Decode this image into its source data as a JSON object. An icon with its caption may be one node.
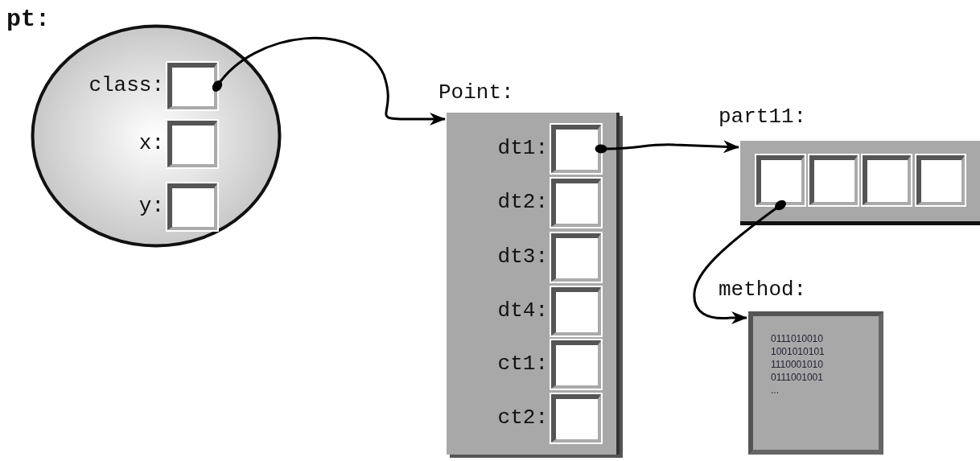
{
  "diagram": {
    "nodes": [
      {
        "text": [
          "pt:"
        ]
      },
      {
        "text": [],
        "shape": "box",
        "in": 0,
        "beside": [
          "class:"
        ]
      },
      {
        "text": [],
        "shape": "box",
        "in": 0,
        "beside": [
          "x:"
        ]
      },
      {
        "text": [],
        "shape": "box",
        "in": 0,
        "beside": [
          "y:"
        ]
      },
      {
        "text": [
          "Point:"
        ]
      },
      {
        "text": [],
        "shape": "box",
        "in": 4,
        "beside": [
          "dt1:"
        ]
      },
      {
        "text": [],
        "shape": "box",
        "in": 4,
        "beside": [
          "dt2:"
        ]
      },
      {
        "text": [],
        "shape": "box",
        "in": 4,
        "beside": [
          "dt3:"
        ]
      },
      {
        "text": [],
        "shape": "box",
        "in": 4,
        "beside": [
          "dt4:"
        ]
      },
      {
        "text": [],
        "shape": "box",
        "in": 4,
        "beside": [
          "ct1:"
        ]
      },
      {
        "text": [],
        "shape": "box",
        "in": 4,
        "beside": [
          "ct2:"
        ]
      },
      {
        "text": [
          "part11:"
        ]
      },
      {
        "text": [],
        "shape": "box",
        "in": 11
      },
      {
        "text": [],
        "shape": "box",
        "in": 11
      },
      {
        "text": [],
        "shape": "box",
        "in": 11
      },
      {
        "text": [],
        "shape": "box",
        "in": 11
      },
      {
        "text": [
          "method:",
          "0111010010 1001010101 1110001010 0111001001 ..."
        ]
      }
    ],
    "edges": [
      {
        "from": 1,
        "to": 4,
        "arrow": "to"
      },
      {
        "from": 5,
        "to": 11,
        "arrow": "to"
      },
      {
        "from": 12,
        "to": 16,
        "arrow": "to"
      }
    ]
  }
}
